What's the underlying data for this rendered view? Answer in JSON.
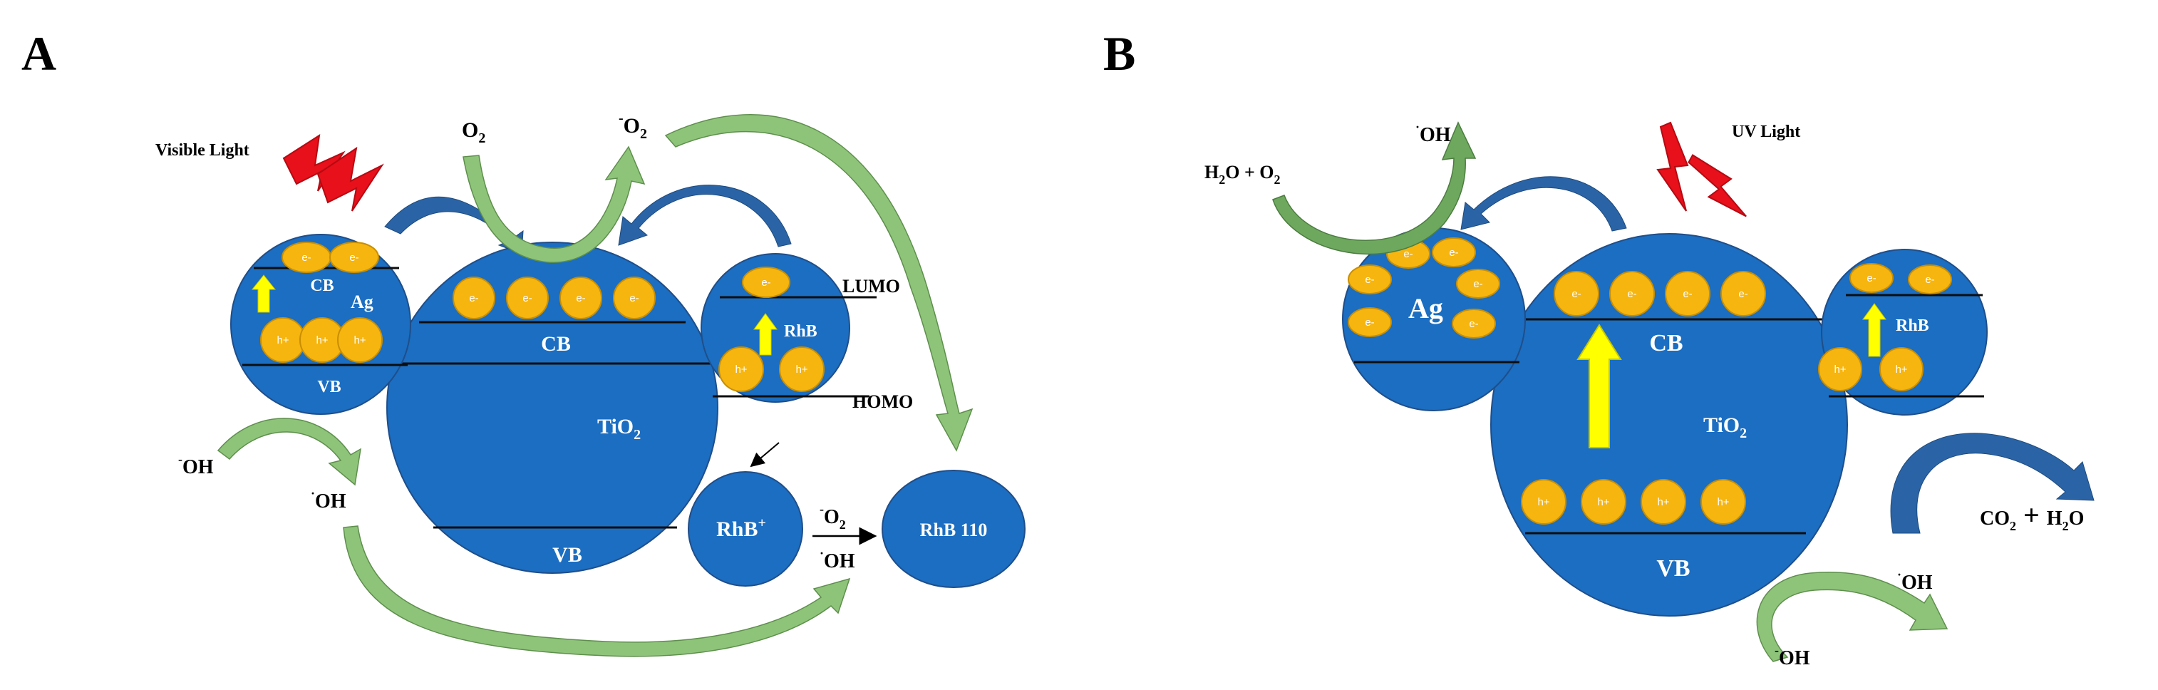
{
  "colors": {
    "sphere": "#1b6ec1",
    "carrier": "#f6b50f",
    "light_bolt": "#e8101a",
    "excitation_arrow": "#ffff00",
    "green_arrow": "#8ec47a",
    "blue_arrow": "#2a64a6"
  },
  "panelA": {
    "letter": "A",
    "light_label": "Visible Light",
    "o2": "O",
    "o2_sub": "2",
    "superoxide_sup": "-",
    "superoxide": "O",
    "superoxide_sub": "2",
    "ag": {
      "cb": "CB",
      "vb": "VB",
      "name": "Ag",
      "electrons": [
        "e-",
        "e-"
      ],
      "holes": [
        "h+",
        "h+",
        "h+"
      ]
    },
    "tio2": {
      "cb": "CB",
      "vb": "VB",
      "name": "TiO",
      "name_sub": "2",
      "electrons": [
        "e-",
        "e-",
        "e-",
        "e-"
      ]
    },
    "rhb": {
      "name": "RhB",
      "lumo": "LUMO",
      "homo": "HOMO",
      "electrons": [
        "e-"
      ],
      "holes": [
        "h+",
        "h+"
      ]
    },
    "oh_left_sup": "-",
    "oh_left": "OH",
    "oh_mid_sup": "·",
    "oh_mid": "OH",
    "rhb_plus": "RhB",
    "rhb_plus_sup": "+",
    "reagent_o2_sup": "-",
    "reagent_o2": "O",
    "reagent_o2_sub": "2",
    "reagent_oh_sup": "·",
    "reagent_oh": "OH",
    "product": "RhB 110"
  },
  "panelB": {
    "letter": "B",
    "light_label": "UV Light",
    "water_oxygen": "H",
    "water_oxygen_sub1": "2",
    "water_oxygen_mid": "O + O",
    "water_oxygen_sub2": "2",
    "oh_top_sup": "·",
    "oh_top": "OH",
    "ag": {
      "name": "Ag",
      "electrons": [
        "e-",
        "e-",
        "e-",
        "e-",
        "e-",
        "e-"
      ]
    },
    "tio2": {
      "cb": "CB",
      "vb": "VB",
      "name": "TiO",
      "name_sub": "2",
      "electrons": [
        "e-",
        "e-",
        "e-",
        "e-"
      ],
      "holes": [
        "h+",
        "h+",
        "h+",
        "h+"
      ]
    },
    "rhb": {
      "name": "RhB",
      "electrons": [
        "e-",
        "e-"
      ],
      "holes": [
        "h+",
        "h+"
      ]
    },
    "products": "CO",
    "products_sub1": "2",
    "products_plus": "+",
    "products_h": "H",
    "products_sub2": "2",
    "products_o": "O",
    "oh_right_sup": "·",
    "oh_right": "OH",
    "oh_bottom_sup": "-",
    "oh_bottom": "OH"
  }
}
